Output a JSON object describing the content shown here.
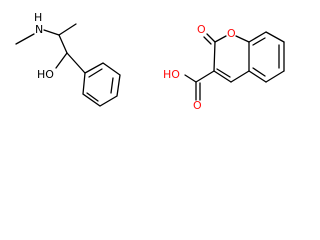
{
  "colors": {
    "bond": "#000000",
    "carbon_label": "#000000",
    "oxygen": "#ff0d0d",
    "nitrogen": "#3050f8",
    "background": "#ffffff"
  },
  "molecules": [
    {
      "atoms": [
        {
          "id": "N1",
          "label": "N"
        },
        {
          "id": "H_N1",
          "label": "H"
        },
        {
          "id": "O1",
          "label": "HO"
        }
      ]
    },
    {
      "atoms": [
        {
          "id": "O_keto",
          "label": "O"
        },
        {
          "id": "O_ring",
          "label": "O"
        },
        {
          "id": "O_oh",
          "label": "HO"
        },
        {
          "id": "O_co",
          "label": "O"
        }
      ]
    }
  ]
}
